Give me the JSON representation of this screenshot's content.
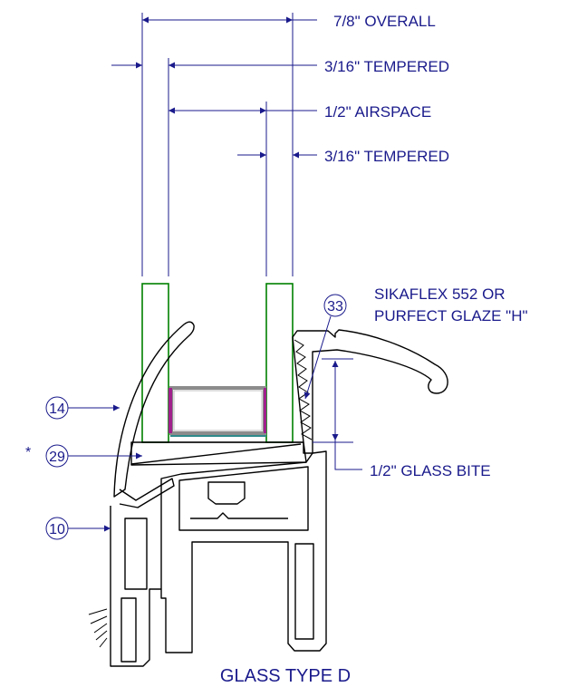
{
  "dimensions": {
    "overall": "7/8\"  OVERALL",
    "tempered_outer": "3/16\"  TEMPERED",
    "airspace": "1/2\"  AIRSPACE",
    "tempered_inner": "3/16\"  TEMPERED",
    "glass_bite": "1/2\"  GLASS BITE"
  },
  "sealant_note": {
    "line1": "SIKAFLEX 552 OR",
    "line2": "PURFECT GLAZE \"H\""
  },
  "callouts": {
    "c33": "33",
    "c14": "14",
    "c29": "29",
    "c10": "10",
    "asterisk": "*"
  },
  "title": "GLASS TYPE D",
  "colors": {
    "annotation": "#1a1a8c",
    "glass": "#008000",
    "spacer": "#8c8c8c",
    "setting_block": "#2e8b8b",
    "tape": "#a0208c"
  }
}
